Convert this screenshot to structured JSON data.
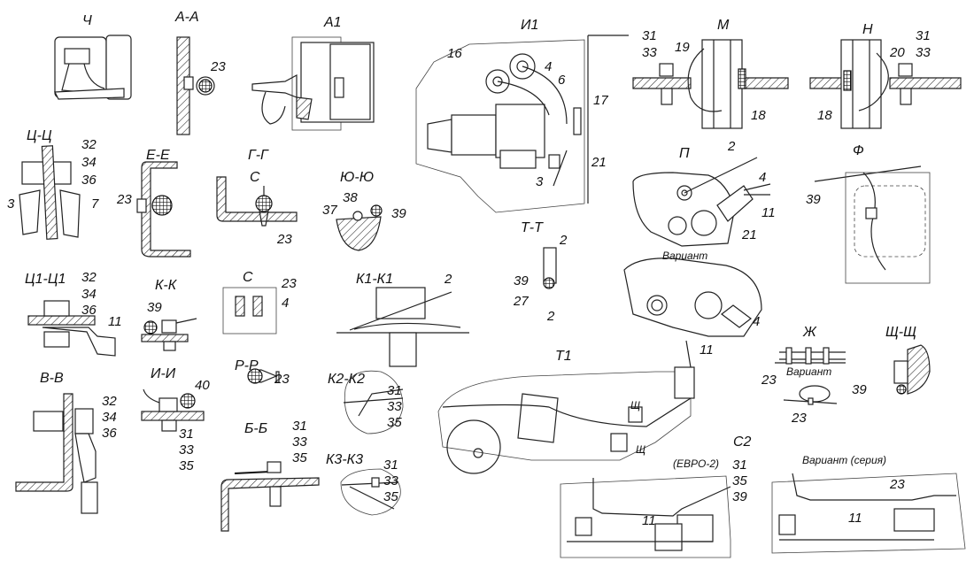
{
  "views": {
    "ch": "Ч",
    "aa": "А-А",
    "a1": "А1",
    "i1": "И1",
    "m": "М",
    "n": "Н",
    "tsts": "Ц-Ц",
    "ee": "Е-Е",
    "gg": "Г-Г",
    "c_arrow": "С",
    "yuyu": "Ю-Ю",
    "p": "П",
    "f": "Ф",
    "tt": "Т-Т",
    "variant1": "Вариант",
    "ts1ts1": "Ц1-Ц1",
    "kk": "К-К",
    "c": "С",
    "k1k1": "К1-К1",
    "rr": "Р-Р",
    "ii": "И-И",
    "vv": "В-В",
    "k2k2": "К2-К2",
    "bb": "Б-Б",
    "k3k3": "К3-К3",
    "t1": "Т1",
    "zh": "Ж",
    "shsh": "Щ-Щ",
    "variant2": "Вариант",
    "c2": "С2",
    "euro2": "(ЕВРО-2)",
    "variant_series": "Вариант (серия)",
    "sh1": "Щ",
    "sh2": "Щ"
  },
  "callouts": {
    "aa_23": "23",
    "tsts": [
      "32",
      "34",
      "36",
      "3",
      "7"
    ],
    "ee_23": "23",
    "gg_23": "23",
    "yuyu": [
      "38",
      "37",
      "39"
    ],
    "i1": [
      "16",
      "4",
      "6",
      "17",
      "21",
      "3"
    ],
    "m": [
      "31",
      "33",
      "19",
      "18"
    ],
    "n": [
      "31",
      "33",
      "20",
      "18"
    ],
    "p": [
      "2",
      "4",
      "11",
      "21"
    ],
    "f_39": "39",
    "tt": [
      "2",
      "39",
      "27",
      "2"
    ],
    "variant1": [
      "4",
      "11"
    ],
    "ts1ts1": [
      "32",
      "34",
      "36",
      "11"
    ],
    "kk_39": "39",
    "c": [
      "23",
      "4"
    ],
    "k1k1_2": "2",
    "rr_23": "23",
    "ii": [
      "40",
      "31",
      "33",
      "35"
    ],
    "vv": [
      "32",
      "34",
      "36"
    ],
    "k2k2": [
      "31",
      "33",
      "35"
    ],
    "bb": [
      "31",
      "33",
      "35"
    ],
    "k3k3": [
      "31",
      "33",
      "35"
    ],
    "zh": [
      "23",
      "23"
    ],
    "shsh_39": "39",
    "c2": [
      "31",
      "35",
      "39",
      "11"
    ],
    "series": [
      "23",
      "11"
    ]
  }
}
